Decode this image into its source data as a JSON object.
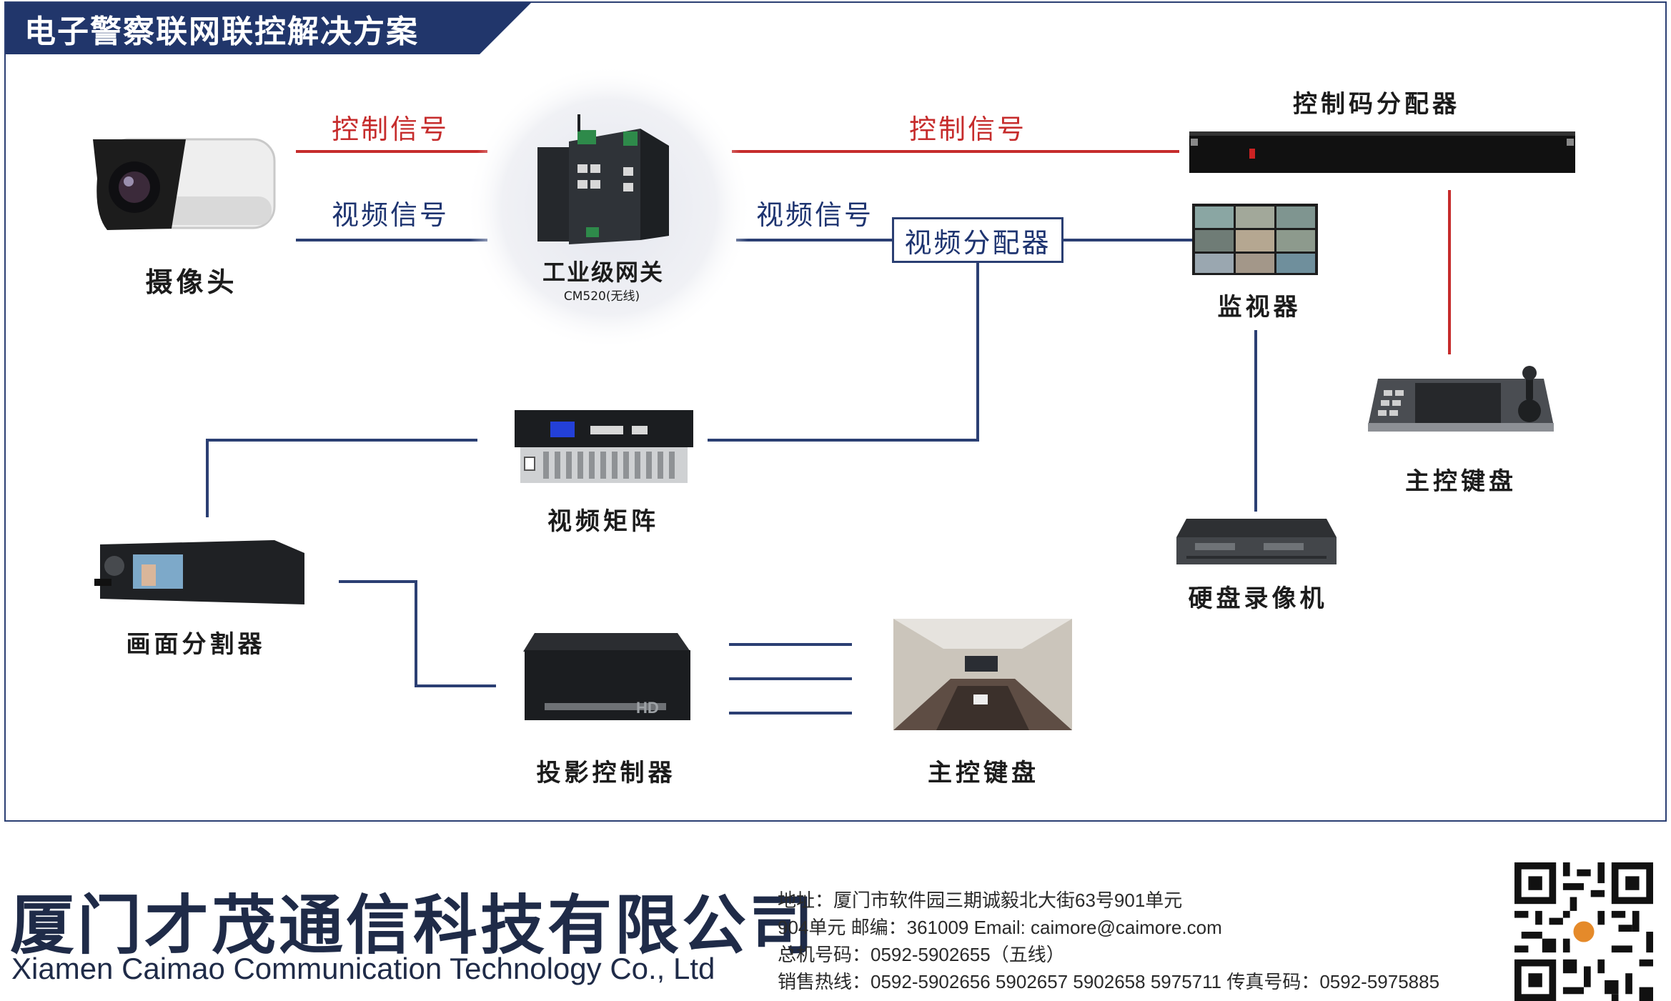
{
  "banner": {
    "title": "电子警察联网联控解决方案",
    "color": "#21366b"
  },
  "colors": {
    "control_line": "#c62c2c",
    "video_line": "#2b3f73"
  },
  "signals": {
    "control_left": "控制信号",
    "video_left": "视频信号",
    "control_right": "控制信号",
    "video_right": "视频信号"
  },
  "nodes": {
    "camera": "摄像头",
    "gateway": "工业级网关",
    "gateway_model": "CM520(无线)",
    "video_splitter": "视频分配器",
    "code_distributor": "控制码分配器",
    "monitor": "监视器",
    "main_keyboard_top": "主控键盘",
    "video_matrix": "视频矩阵",
    "dvr": "硬盘录像机",
    "screen_divider": "画面分割器",
    "projection_controller": "投影控制器",
    "main_keyboard_bottom": "主控键盘"
  },
  "footer": {
    "company_cn": "厦门才茂通信科技有限公司",
    "company_en": "Xiamen Caimao Communication Technology Co., Ltd",
    "address": "地址：厦门市软件园三期诚毅北大街63号901单元",
    "postcode_email": "904单元 邮编：361009 Email: caimore@caimore.com",
    "switchboard": "总机号码：0592-5902655（五线）",
    "hotline": "销售热线：0592-5902656 5902657 5902658 5975711 传真号码：0592-5975885"
  },
  "icons": [
    "bullet-camera-icon",
    "gateway-device-icon",
    "rack-distributor-icon",
    "monitor-wall-icon",
    "control-keyboard-icon",
    "video-matrix-icon",
    "dvr-icon",
    "screen-divider-icon",
    "projection-controller-icon",
    "conference-room-icon",
    "qr-code-icon",
    "caimore-logo-icon"
  ]
}
